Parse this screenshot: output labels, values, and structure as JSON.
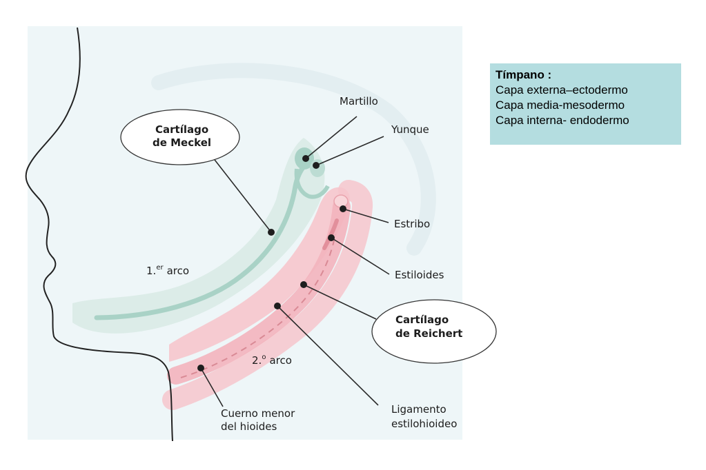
{
  "info_box": {
    "title": "Tímpano :",
    "lines": [
      "Capa externa–ectodermo",
      "Capa media-mesodermo",
      "Capa interna- endodermo"
    ]
  },
  "labels": {
    "martillo": "Martillo",
    "yunque": "Yunque",
    "estribo": "Estribo",
    "estiloides": "Estiloides",
    "meckel_1": "Cartílago",
    "meckel_2": "de Meckel",
    "reichert_1": "Cartílago",
    "reichert_2": "de Reichert",
    "arco1_num": "1.",
    "arco1_sup": "er",
    "arco1_word": "arco",
    "arco2_num": "2.",
    "arco2_sup": "o",
    "arco2_word": "arco",
    "cuerno_1": "Cuerno menor",
    "cuerno_2": "del hioides",
    "ligamento_1": "Ligamento",
    "ligamento_2": "estilohioideo"
  },
  "colors": {
    "background_panel": "#eef6f8",
    "first_arch": "#c8e2da",
    "meckel_cartilage": "#a9d2c6",
    "second_arch": "#f6c6cc",
    "reichert_dash": "#d98a95",
    "info_box": "#b4dde0"
  }
}
